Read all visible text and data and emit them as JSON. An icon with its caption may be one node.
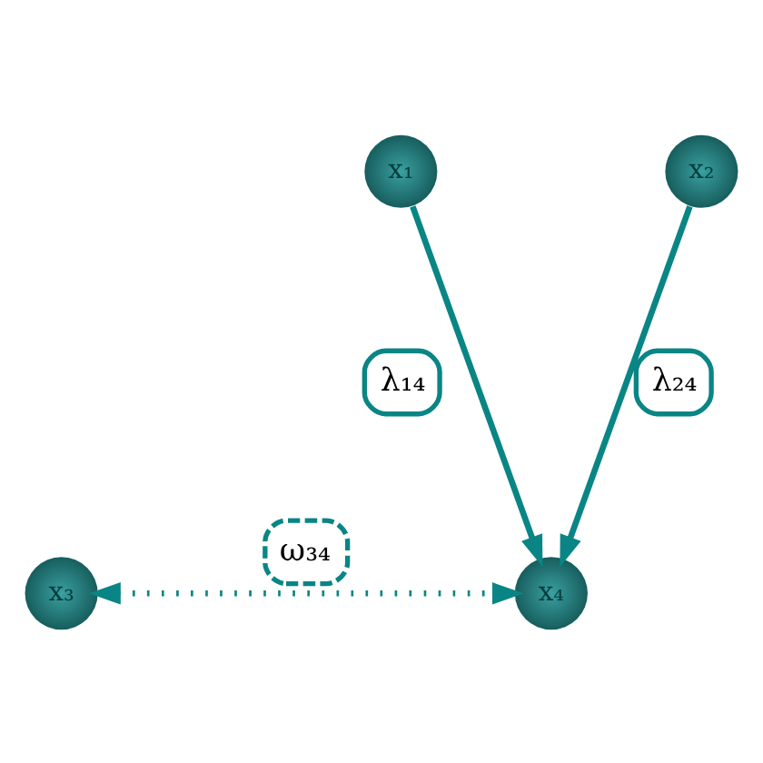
{
  "diagram": {
    "nodes": [
      {
        "text": [
          "x₁"
        ]
      },
      {
        "text": [
          "x₂"
        ]
      },
      {
        "text": [
          "x₃"
        ]
      },
      {
        "text": [
          "x₄"
        ]
      }
    ],
    "edges": [
      {
        "from": 0,
        "to": 3,
        "arrow": "to",
        "label": "λ₁₄"
      },
      {
        "from": 1,
        "to": 3,
        "arrow": "to",
        "label": "λ₂₄"
      },
      {
        "from": 2,
        "to": 3,
        "arrow": "both",
        "label": "ω₃₄",
        "style": "dashed"
      }
    ]
  }
}
